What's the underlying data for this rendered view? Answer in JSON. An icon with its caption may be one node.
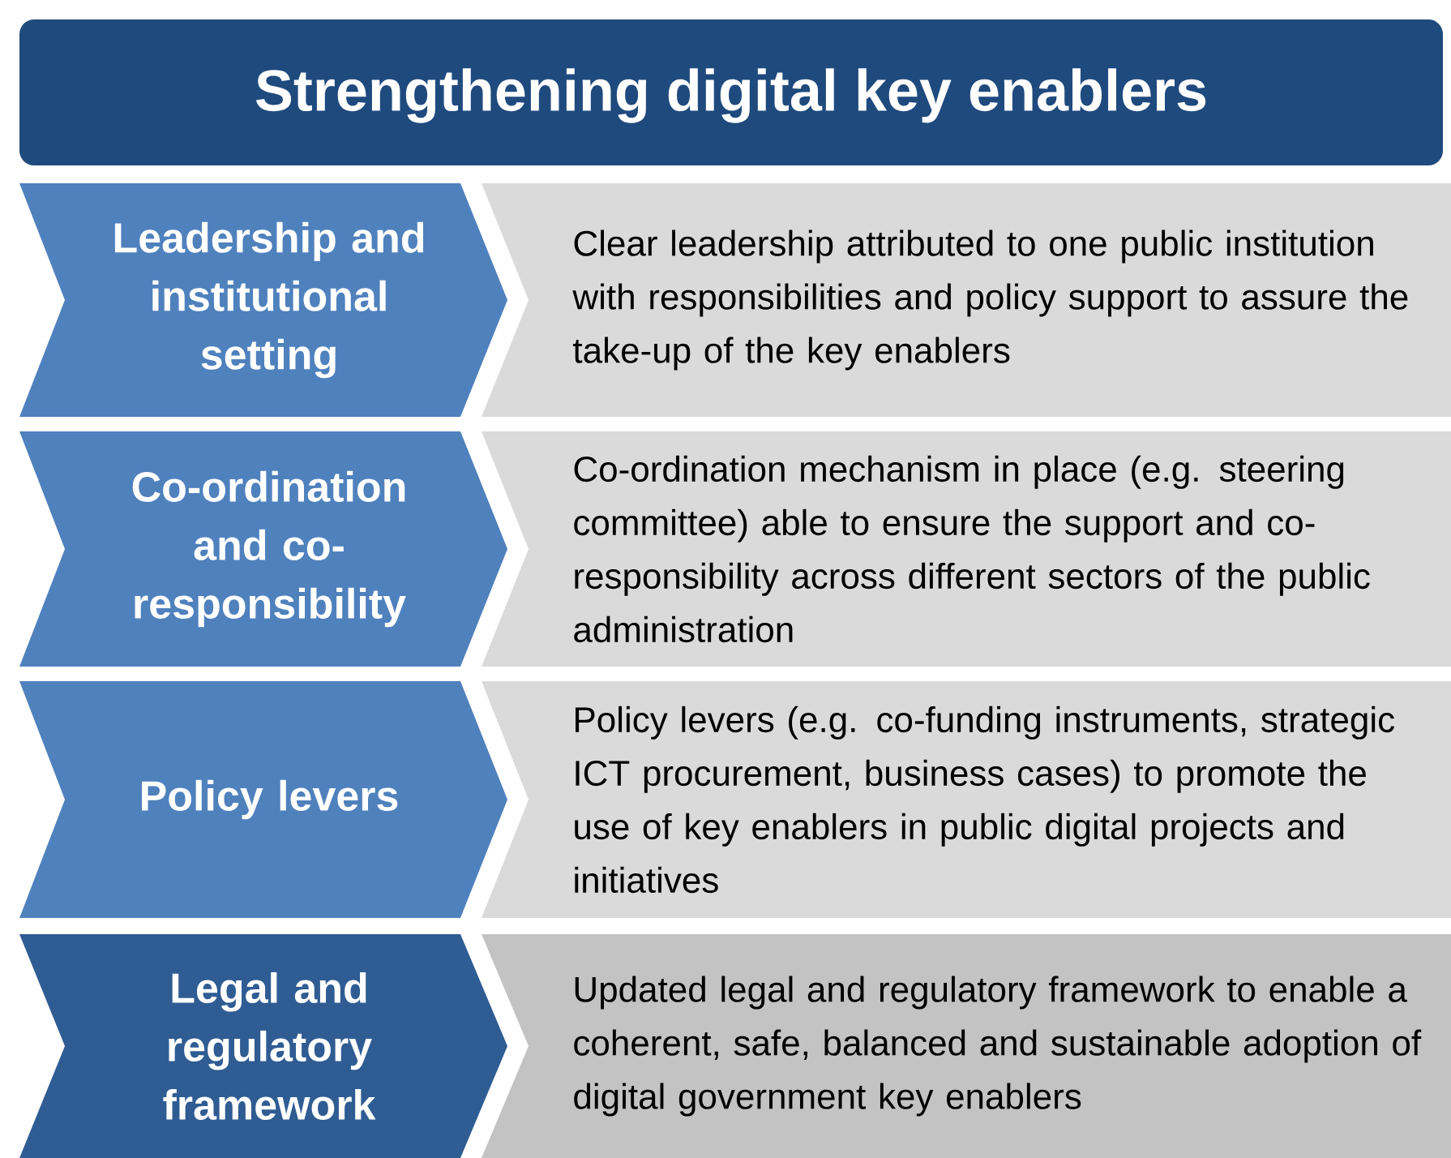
{
  "diagram": {
    "title": "Strengthening digital key enablers",
    "nodes": [
      {
        "text": [
          "Leadership and institutional setting"
        ]
      },
      {
        "text": [
          "Clear leadership attributed to one public institution with responsibilities and policy support to assure the take-up of the key enablers"
        ]
      },
      {
        "text": [
          "Co-ordination and co-responsibility"
        ]
      },
      {
        "text": [
          "Co-ordination mechanism in place  (e.g. steering committee) able to ensure the support and co-responsibility across different sectors of the public administration"
        ]
      },
      {
        "text": [
          "Policy levers"
        ]
      },
      {
        "text": [
          "Policy levers (e.g. co-funding instruments, strategic ICT procurement, business cases) to promote the use of key enablers in public digital projects and initiatives"
        ]
      },
      {
        "text": [
          "Legal  and regulatory framework"
        ]
      },
      {
        "text": [
          "Updated legal and regulatory framework to enable a coherent, safe, balanced and sustainable adoption of digital government key enablers"
        ]
      }
    ]
  }
}
